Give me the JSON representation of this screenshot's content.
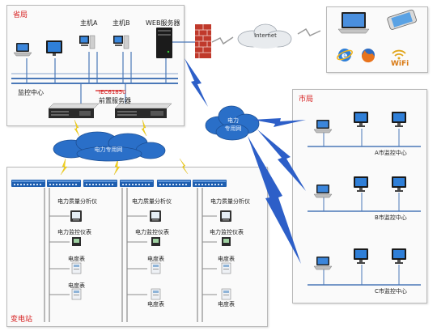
{
  "province": {
    "title": "省局",
    "host_a": "主机A",
    "host_b": "主机B",
    "web_server": "WEB服务器",
    "monitor_center": "监控中心",
    "front_server_line1": "IEC61850",
    "front_server_line2": "前置服务器"
  },
  "internet": {
    "label": "Internet"
  },
  "power_net_top": {
    "line1": "电力",
    "line2": "专用网"
  },
  "power_net_bottom": {
    "label": "电力专用网"
  },
  "devices_panel": {
    "wifi": "WiFi"
  },
  "city": {
    "title": "市局",
    "center_a": "A市监控中心",
    "center_b": "B市监控中心",
    "center_c": "C市监控中心"
  },
  "substation": {
    "title": "变电站",
    "analyzer": "电力质量分析仪",
    "monitor_meter": "电力监控仪表",
    "energy_meter": "电度表"
  },
  "colors": {
    "accent_red": "#d62020",
    "bus_blue": "#4a78b8",
    "lightning_blue": "#2d5fc8",
    "lightning_yellow": "#f2d21b"
  }
}
